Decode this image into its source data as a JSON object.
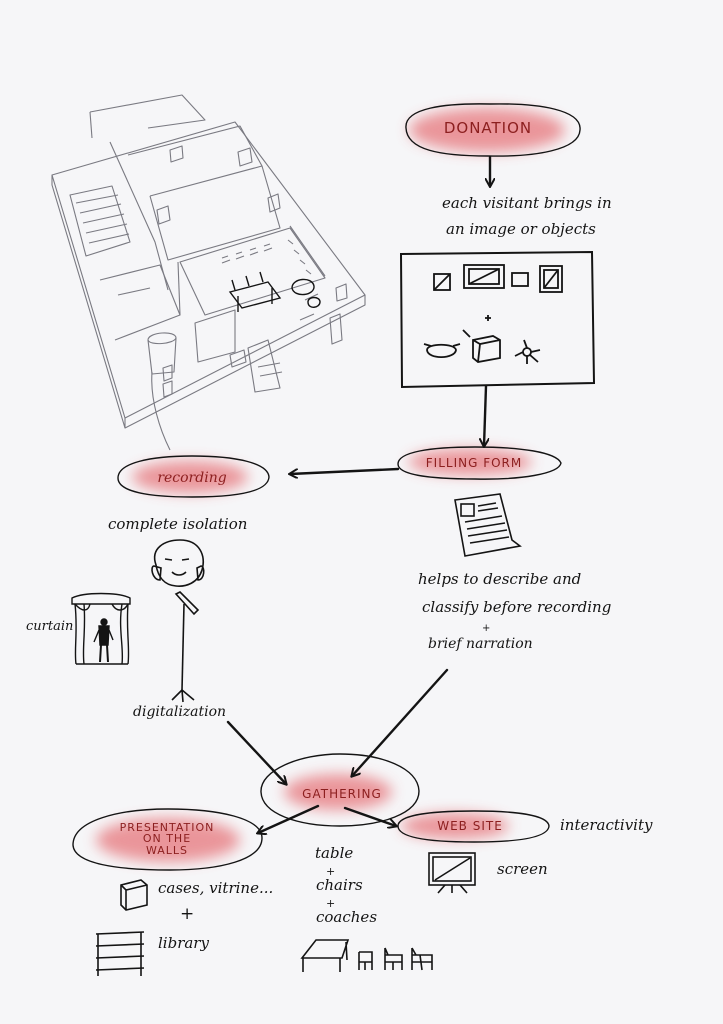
{
  "nodes": {
    "donation": "DONATION",
    "filling_form": "FILLING FORM",
    "recording": "recording",
    "gathering": "GATHERING",
    "presentation": [
      "PRESENTATION",
      "ON THE",
      "WALLS"
    ],
    "web_site": "WEB SITE"
  },
  "notes": {
    "each_visitant": "each visitant brings in",
    "an_image": "an image or objects",
    "complete_isolation": "complete isolation",
    "curtain": "curtain",
    "digitalization": "digitalization",
    "helps_to": "helps to describe and",
    "classify": "classify before recording",
    "plus_small": "+",
    "brief_narration": "brief narration",
    "interactivity": "interactivity",
    "table": "table",
    "plus1": "+",
    "chairs": "chairs",
    "plus2": "+",
    "coaches": "coaches",
    "screen": "screen",
    "cases": "cases, vitrine...",
    "plus3": "+",
    "library": "library"
  },
  "colors": {
    "highlight": "#e8858a",
    "ink": "#141414",
    "pencil": "#7a7a82",
    "paper": "#f6f6f8"
  }
}
